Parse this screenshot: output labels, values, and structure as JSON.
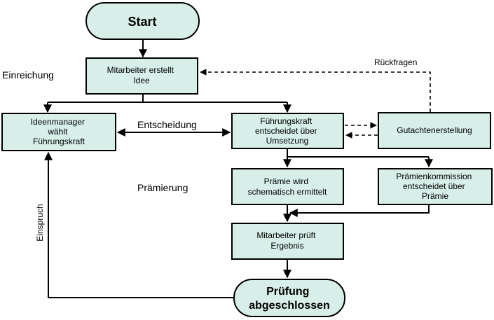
{
  "nodes": {
    "start": {
      "label": "Start"
    },
    "idee": {
      "lines": [
        "Mitarbeiter erstellt",
        "Idee"
      ]
    },
    "ideenmanager": {
      "lines": [
        "Ideenmanager",
        "wählt",
        "Führungskraft"
      ]
    },
    "fuehrung": {
      "lines": [
        "Führungskraft",
        "entscheidet über",
        "Umsetzung"
      ]
    },
    "gutachten": {
      "lines": [
        "Gutachtenerstellung"
      ]
    },
    "praemie_schema": {
      "lines": [
        "Prämie wird",
        "schematisch ermittelt"
      ]
    },
    "praemienkommission": {
      "lines": [
        "Prämienkommission",
        "entscheidet über",
        "Prämie"
      ]
    },
    "pruefung_mitarbeiter": {
      "lines": [
        "Mitarbeiter prüft",
        "Ergebnis"
      ]
    },
    "ende": {
      "lines": [
        "Prüfung",
        "abgeschlossen"
      ]
    }
  },
  "phases": {
    "einreichung": "Einreichung",
    "entscheidung": "Entscheidung",
    "praemierung": "Prämierung"
  },
  "edges": {
    "rueckfragen": "Rückfragen",
    "einspruch": "Einspruch"
  },
  "colors": {
    "box_fill": "#d7eee9",
    "box_stroke": "#000000",
    "line": "#000000"
  }
}
